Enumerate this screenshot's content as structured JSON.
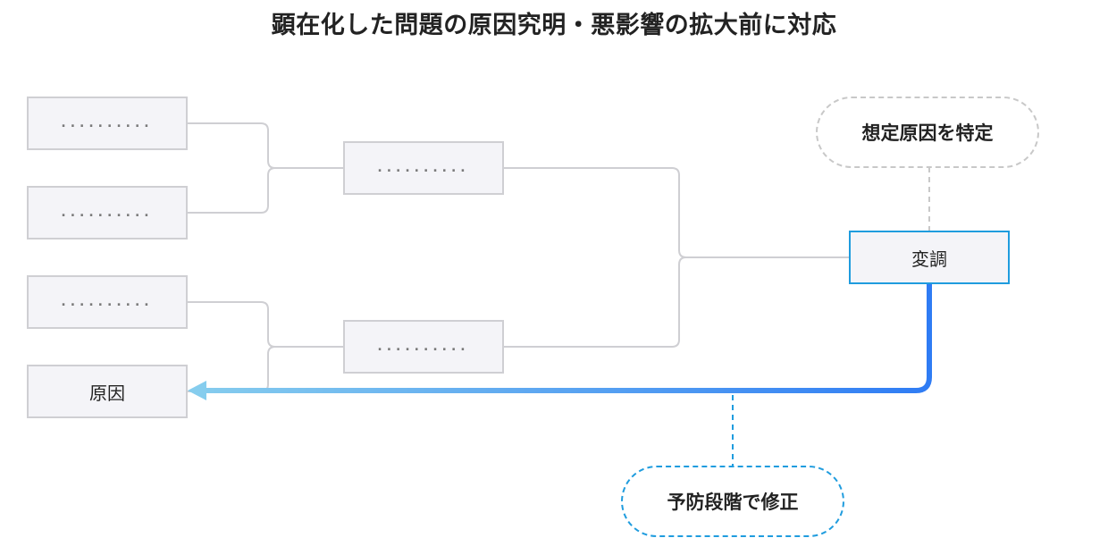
{
  "title": "顕在化した問題の原因究明・悪影響の拡大前に対応",
  "nodes": {
    "leaf_1": "..........",
    "leaf_2": "..........",
    "leaf_3": "..........",
    "cause": "原因",
    "mid_1": "..........",
    "mid_2": "..........",
    "modulation": "変調"
  },
  "callouts": {
    "assumed_cause": "想定原因を特定",
    "preventive_fix": "予防段階で修正"
  },
  "colors": {
    "connector": "#cfcfd3",
    "highlight_border": "#1f9cde",
    "arrow_start": "#86cdee",
    "arrow_end": "#2f7cf4"
  }
}
